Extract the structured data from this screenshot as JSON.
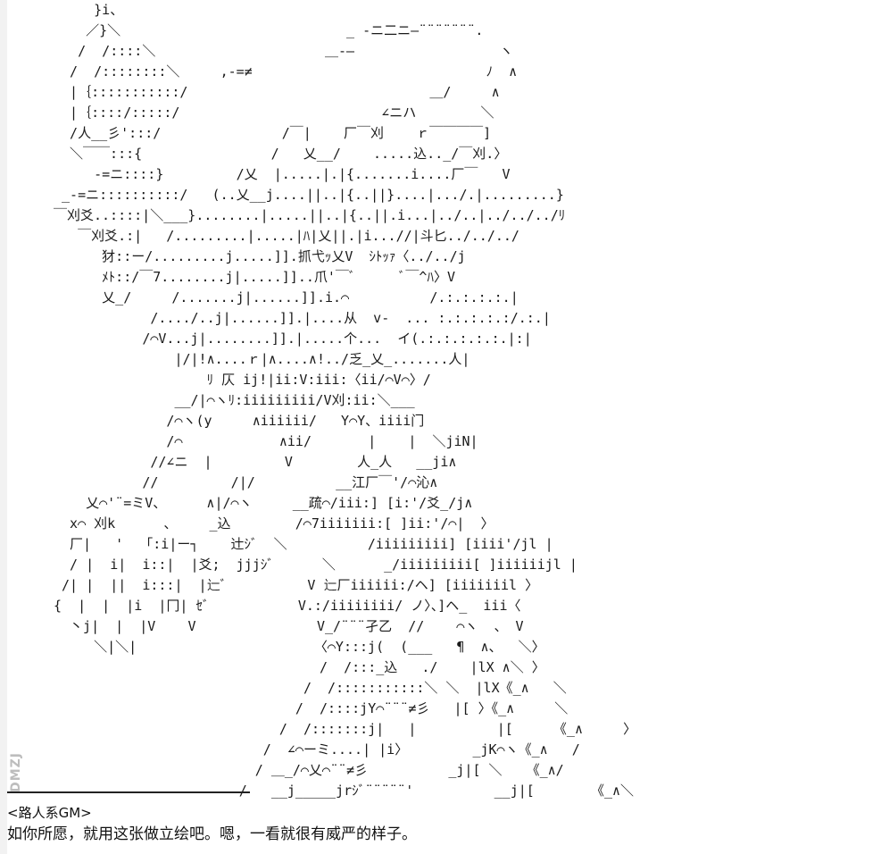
{
  "art": {
    "lines": [
      "     }i、",
      "    ／}＼                            _ -ニ二ニ―¨¨¨¨¨¨¨.",
      "   /  /::::＼                     ＿-―                  ヽ",
      "  /  /::::::::＼     ,-=≠                             ﾉ  ∧",
      "  |｛:::::::::::/                              ＿/     ∧",
      "  |｛::::/:::::/                         ∠ニハ        ＼",
      "  /人__彡':::/               /￣|    厂￣刈    ｒ￣￣￣￣]",
      "  ＼￣￣:::{                /   乂__/    .....込.._/￣刈.〉",
      "     -=ニ::::}         /乂  |.....|.|{.......i....厂￣   V",
      " _-=ニ::::::::::/   (..乂__j....||..|{..||}....|.../.|.........}",
      "￣刈爻..::::|＼___}........|.....||..|{..||.i...|../..|../../../ﾘ",
      "   ￣刈爻.:|   /.........|.....|ﾊ|乂||.|i...//|斗匕../../../",
      "      犲::ー/.........j.....]].抓弋ｯ乂V  ｼﾄｯｧ〈../../j",
      "      ﾒﾄ::/￣7........j|.....]]..爪'￣ﾞ      ﾞ￣^ﾊ〉V",
      "      乂_/     /.......j|......]].i.⌒          /.:.:.:.:.|",
      "            /..../..j|......]].|....从  v-  ... :.:.:.:.:/.:.|",
      "           /⌒V...j|........]].|.....个...  イ(.:.:.:.:.:.|:|",
      "               |/|!∧....ｒ|∧....∧!../乏_乂_.......人|",
      "                   ﾘ 仄 ij!|ii:V:iii:〈ii/⌒V⌒〉/",
      "               __/|⌒ヽﾘ:iiiiiiiii/V刈:ii:＼___",
      "              /⌒ヽ(y     ∧iiiiii/   Y⌒Y、iiii门",
      "              /⌒            ∧ii/       |    |  ＼jiN|",
      "            //∠ニ  |         V        人_人   __ji∧",
      "           //         /|/          __江厂￣'/⌒沁∧",
      "    乂⌒'¨=ミV、     ∧|/⌒ヽ     __疏⌒/iii:] [i:'/爻_/j∧",
      "  x⌒ 刈k      、    _込        /⌒7iiiiiii:[ ]ii:'/⌒|  〉",
      "  厂|   '  「:i|ー┐    辻ｼﾞ  ＼          /iiiiiiiii] [iiii'/jl |",
      "  / |  i|  i::|  |爻;  jjjｼﾞ      ＼      _/iiiiiiiii[ ]iiiiiijl |",
      " /| |  ||  i:::|  |辷ﾞ          V 辷厂iiiiii:/ヘ] [iiiiiiil 〉",
      "{  |  |  |i  |冂| ｾﾞ           V.:/iiiiiiii/ ノ〉、]ヘ_  iii〈",
      "  丶j|  |  |V    V               V_/¨¨¨孑乙  //    ⌒ヽ  、 V",
      "     ＼|＼|                      〈⌒Y:::j(  (___   ¶  ∧、  ＼〉",
      "                                 /  /:::_込   ./    |lX ∧＼ 〉",
      "                               /  /:::::::::::＼ ＼  |lX《_∧   ＼",
      "                              /  /::::jY⌒¨¨¨≠彡   |[ 〉《_∧     ＼",
      "                            /  /:::::::j|   |          |[     《_∧     〉",
      "                          /  ∠⌒ーミ....| |i〉        _jK⌒ヽ《_∧   /",
      "                         / ＿_/⌒乂⌒¨¨≠彡          _j|[ ＼   《_∧/",
      "                       /   __j_____jrｼﾞ¨¨¨¨¨'          __j|[       《_∧＼"
    ]
  },
  "watermark": "DMZJ",
  "speaker": "<路人系GM>",
  "dialogue": "如你所愿，就用这张做立绘吧。嗯，一看就很有威严的样子。"
}
